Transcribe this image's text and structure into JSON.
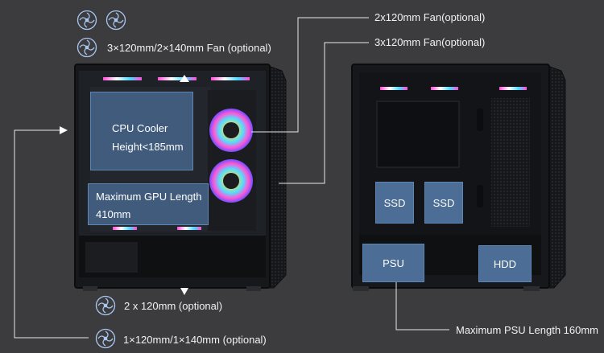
{
  "left_labels": {
    "top_fans": "3×120mm/2×140mm Fan (optional)",
    "cpu_cooler_line1": "CPU Cooler",
    "cpu_cooler_line2": "Height<185mm",
    "gpu_line1": "Maximum GPU Length",
    "gpu_line2": "410mm",
    "bottom_fans": "2 x 120mm (optional)",
    "rear_fans": "1×120mm/1×140mm (optional)"
  },
  "callouts": {
    "fan_2x120": "2x120mm Fan(optional)",
    "fan_3x120": "3x120mm Fan(optional)",
    "psu_length": "Maximum PSU Length 160mm"
  },
  "right_tags": {
    "ssd_1": "SSD",
    "ssd_2": "SSD",
    "psu": "PSU",
    "hdd": "HDD"
  },
  "icons": [
    "fan-icon"
  ],
  "colors": {
    "background": "#3c3c3e",
    "case": "#16181c",
    "highlight_blue": "#4b6d96",
    "lines": "#e8e8e8"
  }
}
